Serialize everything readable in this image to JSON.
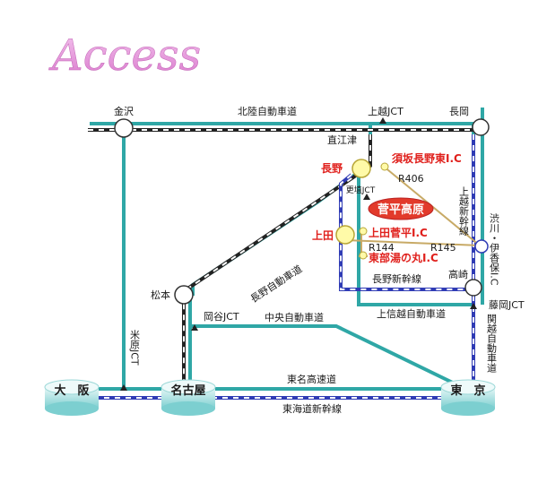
{
  "title": "Access",
  "colors": {
    "expressway": "#2fa7a6",
    "shinkansen_blue": "#2f3bb5",
    "rail_black": "#222222",
    "highlight_red": "#e0201c",
    "destination_oval": "#e23a2b",
    "title_pink": "#e59bd9"
  },
  "places": {
    "kanazawa": "金沢",
    "joetsu_jct": "上越JCT",
    "nagaoka": "長岡",
    "naoetsu": "直江津",
    "nagano": "長野",
    "koshoku_jct": "更埴JCT",
    "ueda": "上田",
    "matsumoto": "松本",
    "okaya_jct": "岡谷JCT",
    "maibara_jct_v": "米原JCT",
    "takasaki": "高崎",
    "fujioka_jct": "藤岡JCT",
    "osaka": "大　阪",
    "nagoya": "名古屋",
    "tokyo": "東　京"
  },
  "routes": {
    "hokuriku": "北陸自動車道",
    "joetsu_shinkansen_v": "上越新幹線",
    "nagano_expressway": "長野自動車道",
    "nagano_shinkansen": "長野新幹線",
    "joshinetsu": "上信越自動車道",
    "chuo": "中央自動車道",
    "tomei": "東名高速道",
    "tokaido_shinkansen": "東海道新幹線",
    "kanetsu_v": "関越自動車道",
    "r406": "R406",
    "r144": "R144",
    "r145": "R145"
  },
  "interchanges": {
    "suzaka": "須坂長野東I.C",
    "ueda_sugadaira": "上田菅平I.C",
    "tobu_yunomaru": "東部湯の丸I.C",
    "shibukawa_v": "渋川・伊香保I.C"
  },
  "destination": "菅平高原"
}
